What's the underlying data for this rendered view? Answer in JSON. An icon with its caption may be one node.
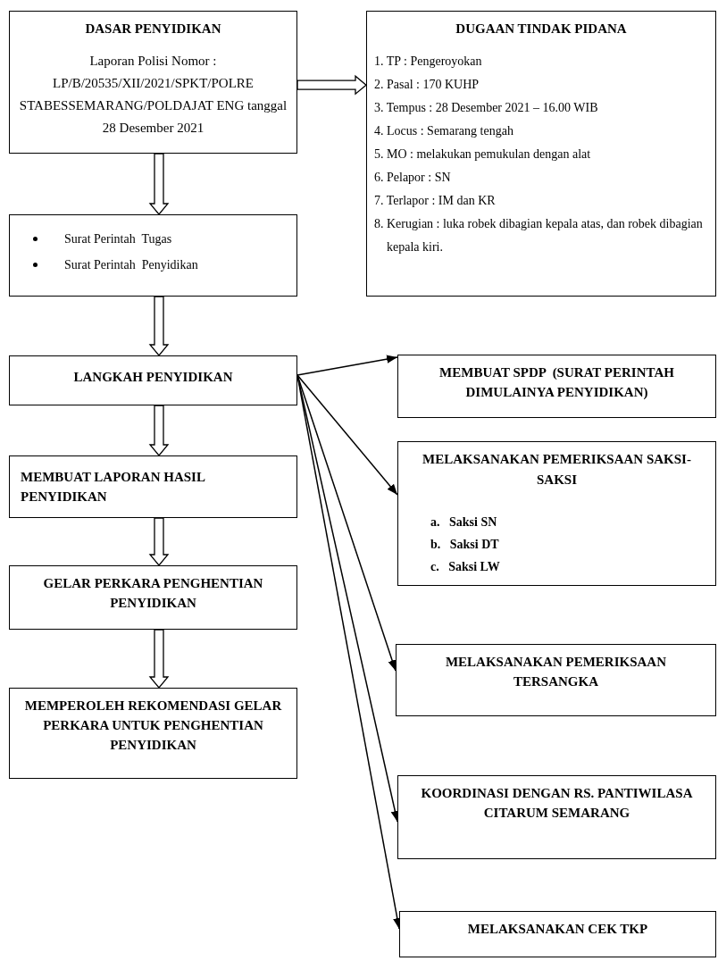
{
  "diagram": {
    "nodes": [
      {
        "text": [
          "DASAR PENYIDIKAN",
          "Laporan Polisi Nomor : LP/B/20535/XII/2021/SPKT/POLRE STABESSEMARANG/POLDAJAT ENG tanggal 28 Desember 2021"
        ]
      },
      {
        "text": [
          "DUGAAN TINDAK PIDANA",
          "1. TP : Pengeroyokan",
          "2. Pasal : 170 KUHP",
          "3. Tempus : 28 Desember 2021 – 16.00 WIB",
          "4. Locus : Semarang tengah",
          "5. MO : melakukan pemukulan dengan alat",
          "6. Pelapor : SN",
          "7. Terlapor : IM dan KR",
          "8. Kerugian : luka robek dibagian kepala atas, dan robek dibagian kepala kiri."
        ]
      },
      {
        "text": [
          "Surat Perintah  Tugas",
          "Surat Perintah  Penyidikan"
        ]
      },
      {
        "text": [
          "LANGKAH PENYIDIKAN"
        ]
      },
      {
        "text": [
          "MEMBUAT LAPORAN HASIL PENYIDIKAN"
        ]
      },
      {
        "text": [
          "GELAR PERKARA PENGHENTIAN PENYIDIKAN"
        ]
      },
      {
        "text": [
          "MEMPEROLEH REKOMENDASI GELAR PERKARA UNTUK PENGHENTIAN PENYIDIKAN"
        ]
      },
      {
        "text": [
          "MEMBUAT SPDP  (SURAT PERINTAH DIMULAINYA PENYIDIKAN)"
        ]
      },
      {
        "text": [
          "MELAKSANAKAN PEMERIKSAAN SAKSI-SAKSI",
          "a.   Saksi SN",
          "b.   Saksi DT",
          "c.   Saksi LW"
        ]
      },
      {
        "text": [
          "MELAKSANAKAN PEMERIKSAAN TERSANGKA"
        ]
      },
      {
        "text": [
          "KOORDINASI DENGAN RS. PANTIWILASA CITARUM SEMARANG"
        ]
      },
      {
        "text": [
          "MELAKSANAKAN CEK TKP"
        ]
      }
    ],
    "edges": [
      {
        "from": 0,
        "to": 1,
        "arrow": "to",
        "style": "thick"
      },
      {
        "from": 0,
        "to": 2,
        "arrow": "to",
        "style": "thick"
      },
      {
        "from": 2,
        "to": 3,
        "arrow": "to",
        "style": "thick"
      },
      {
        "from": 3,
        "to": 4,
        "arrow": "to",
        "style": "thick"
      },
      {
        "from": 4,
        "to": 5,
        "arrow": "to",
        "style": "thick"
      },
      {
        "from": 5,
        "to": 6,
        "arrow": "to",
        "style": "thick"
      },
      {
        "from": 3,
        "to": 7,
        "arrow": "to"
      },
      {
        "from": 3,
        "to": 8,
        "arrow": "to"
      },
      {
        "from": 3,
        "to": 9,
        "arrow": "to"
      },
      {
        "from": 3,
        "to": 10,
        "arrow": "to"
      },
      {
        "from": 3,
        "to": 11,
        "arrow": "to"
      }
    ]
  }
}
